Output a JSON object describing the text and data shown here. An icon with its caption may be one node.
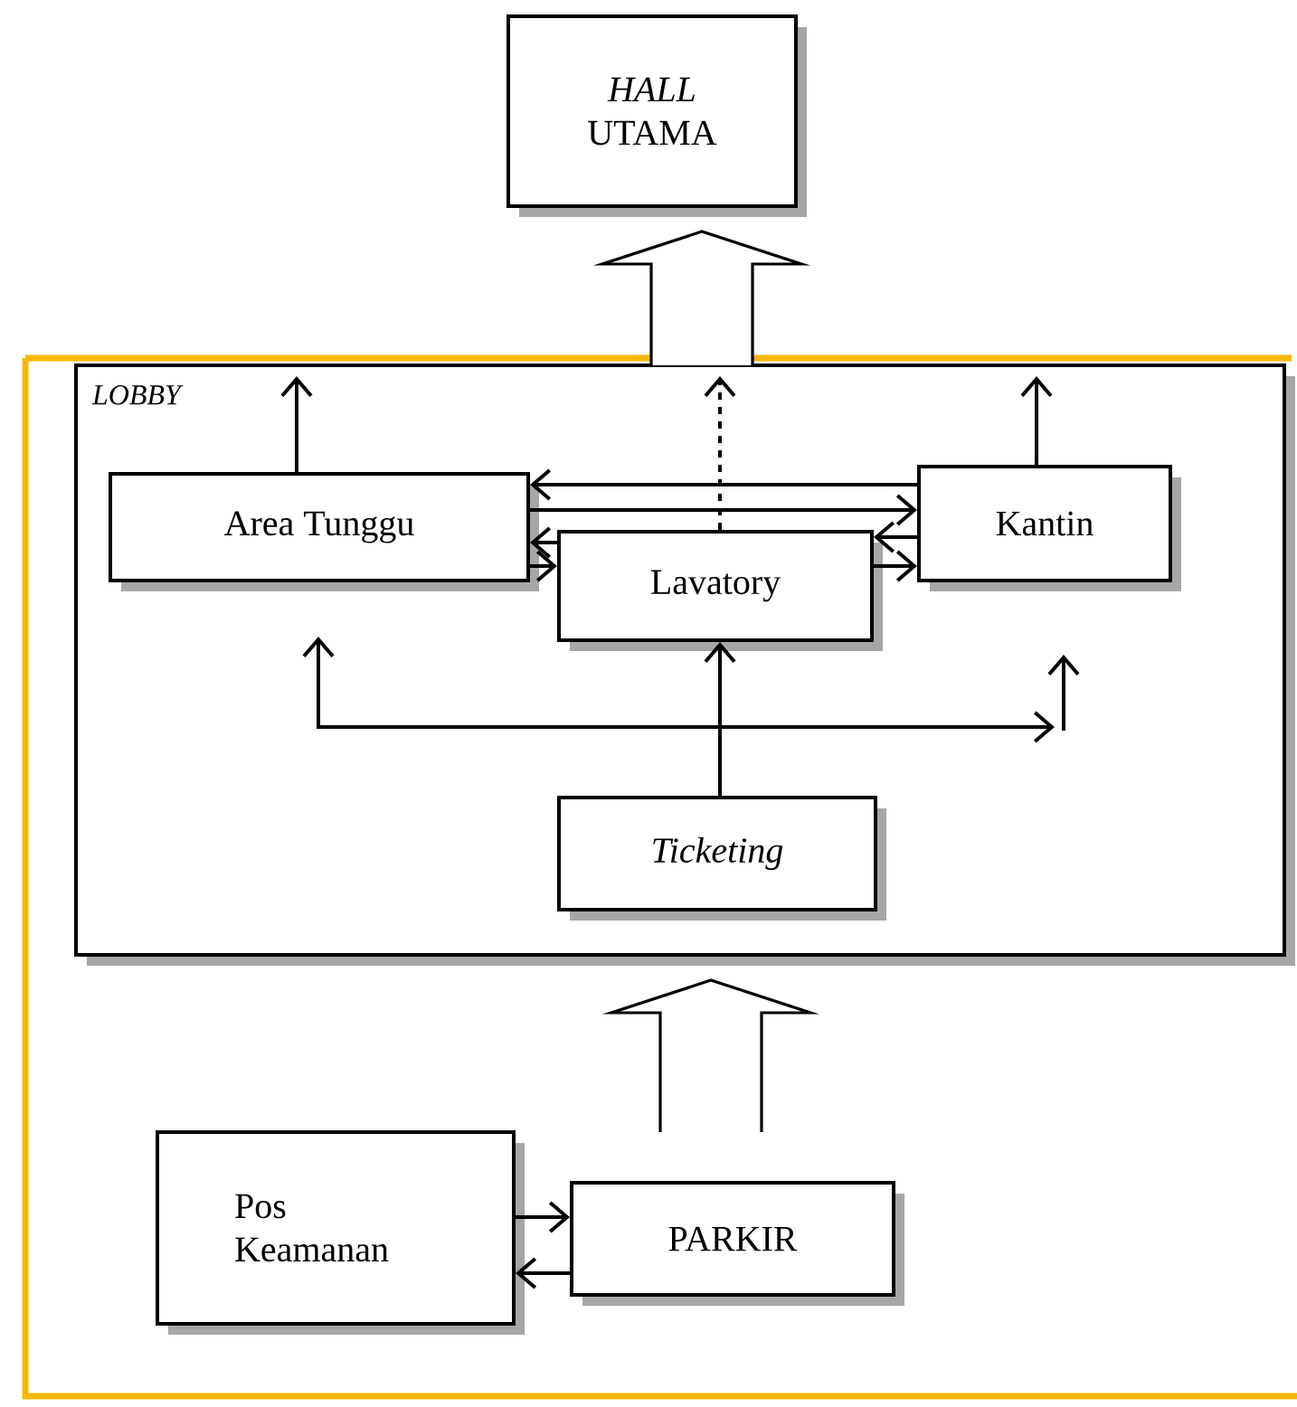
{
  "diagram": {
    "nodes": [
      {
        "text": [
          "*HALL* UTAMA"
        ]
      },
      {
        "text": [
          "LOBBY"
        ]
      },
      {
        "text": [
          "Area Tunggu"
        ],
        "in": 1
      },
      {
        "text": [
          "Lavatory"
        ],
        "in": 1
      },
      {
        "text": [
          "Kantin"
        ],
        "in": 1
      },
      {
        "text": [
          "Ticketing"
        ],
        "in": 1
      },
      {
        "text": [
          "Pos Keamanan"
        ]
      },
      {
        "text": [
          "PARKIR"
        ]
      }
    ],
    "edges": [
      {
        "from": 1,
        "to": 0,
        "arrow": "to",
        "style": "thick"
      },
      {
        "from": 2,
        "to": null,
        "arrow": "to"
      },
      {
        "from": 3,
        "to": null,
        "arrow": "to",
        "style": "dashed"
      },
      {
        "from": 4,
        "to": null,
        "arrow": "to"
      },
      {
        "from": 4,
        "to": 2,
        "arrow": "to"
      },
      {
        "from": 2,
        "to": 4,
        "arrow": "to"
      },
      {
        "from": 4,
        "to": 3,
        "arrow": "to"
      },
      {
        "from": 3,
        "to": 2,
        "arrow": "to"
      },
      {
        "from": 2,
        "to": 3,
        "arrow": "to"
      },
      {
        "from": 3,
        "to": 4,
        "arrow": "to"
      },
      {
        "from": 5,
        "to": 3,
        "arrow": "to"
      },
      {
        "from": 5,
        "to": null,
        "arrow": "to"
      },
      {
        "from": 5,
        "to": null,
        "arrow": "to"
      },
      {
        "from": null,
        "to": 1,
        "arrow": "to",
        "style": "thick"
      },
      {
        "from": 6,
        "to": 7,
        "arrow": "to"
      },
      {
        "from": 7,
        "to": 6,
        "arrow": "to"
      }
    ]
  }
}
